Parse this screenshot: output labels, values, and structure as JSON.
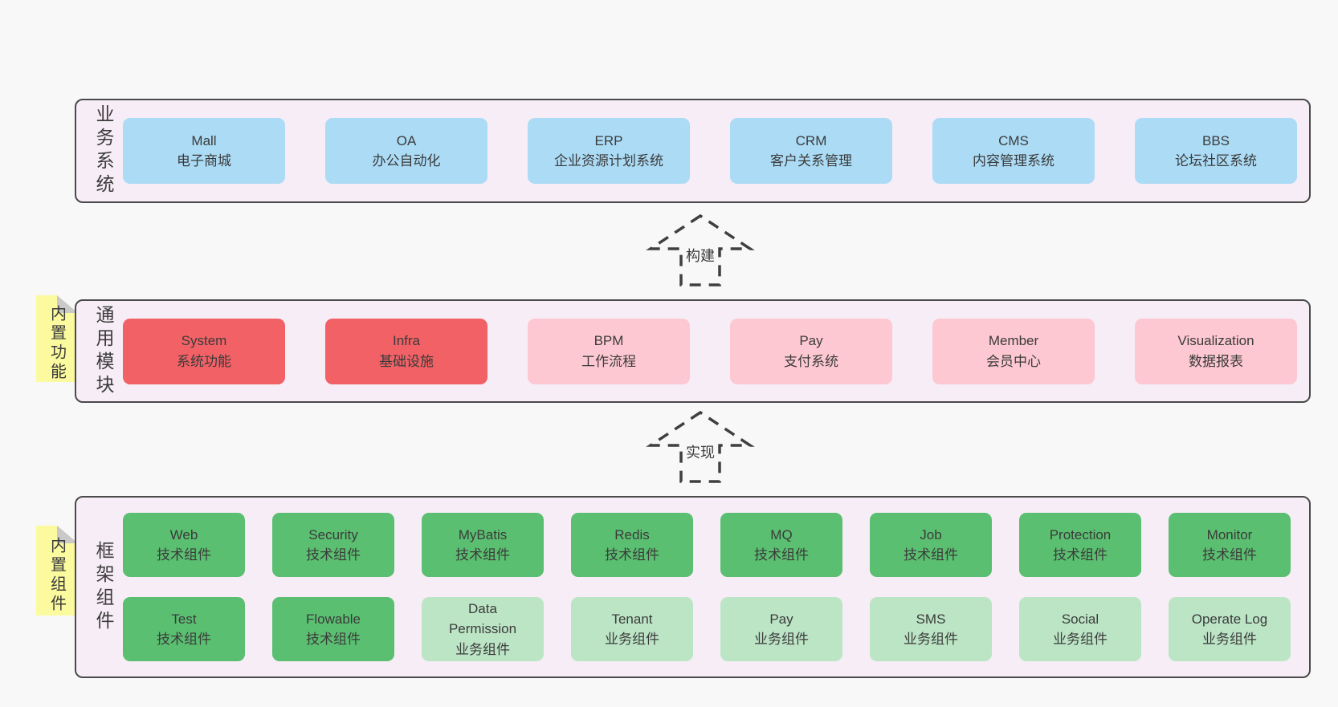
{
  "colors": {
    "blue": "#abdbf5",
    "red": "#f16165",
    "pink": "#fdc8d2",
    "green": "#5abf70",
    "lightgreen": "#bce5c6",
    "container_fill": "#f7edf6",
    "container_border": "#4a4a4b",
    "tag_yellow": "#fbfa9e",
    "tag_fold_gray": "#c9c9ca",
    "dash_stroke": "#3f3f3f",
    "text": "#3b3b3b",
    "page_background": "#f8f8f8"
  },
  "sections": [
    {
      "id": "business-systems",
      "label": "业务系统",
      "tag": null,
      "rows": [
        [
          {
            "name": "Mall",
            "desc": "电子商城",
            "variant": "blue"
          },
          {
            "name": "OA",
            "desc": "办公自动化",
            "variant": "blue"
          },
          {
            "name": "ERP",
            "desc": "企业资源计划系统",
            "variant": "blue"
          },
          {
            "name": "CRM",
            "desc": "客户关系管理",
            "variant": "blue"
          },
          {
            "name": "CMS",
            "desc": "内容管理系统",
            "variant": "blue"
          },
          {
            "name": "BBS",
            "desc": "论坛社区系统",
            "variant": "blue"
          }
        ]
      ]
    },
    {
      "id": "common-modules",
      "label": "通用模块",
      "tag": "内置功能",
      "rows": [
        [
          {
            "name": "System",
            "desc": "系统功能",
            "variant": "red"
          },
          {
            "name": "Infra",
            "desc": "基础设施",
            "variant": "red"
          },
          {
            "name": "BPM",
            "desc": "工作流程",
            "variant": "pink"
          },
          {
            "name": "Pay",
            "desc": "支付系统",
            "variant": "pink"
          },
          {
            "name": "Member",
            "desc": "会员中心",
            "variant": "pink"
          },
          {
            "name": "Visualization",
            "desc": "数据报表",
            "variant": "pink"
          }
        ]
      ]
    },
    {
      "id": "framework-components",
      "label": "框架组件",
      "tag": "内置组件",
      "rows": [
        [
          {
            "name": "Web",
            "desc": "技术组件",
            "variant": "green"
          },
          {
            "name": "Security",
            "desc": "技术组件",
            "variant": "green"
          },
          {
            "name": "MyBatis",
            "desc": "技术组件",
            "variant": "green"
          },
          {
            "name": "Redis",
            "desc": "技术组件",
            "variant": "green"
          },
          {
            "name": "MQ",
            "desc": "技术组件",
            "variant": "green"
          },
          {
            "name": "Job",
            "desc": "技术组件",
            "variant": "green"
          },
          {
            "name": "Protection",
            "desc": "技术组件",
            "variant": "green"
          },
          {
            "name": "Monitor",
            "desc": "技术组件",
            "variant": "green"
          }
        ],
        [
          {
            "name": "Test",
            "desc": "技术组件",
            "variant": "green"
          },
          {
            "name": "Flowable",
            "desc": "技术组件",
            "variant": "green"
          },
          {
            "name": "Data Permission",
            "desc": "业务组件",
            "variant": "lightgreen"
          },
          {
            "name": "Tenant",
            "desc": "业务组件",
            "variant": "lightgreen"
          },
          {
            "name": "Pay",
            "desc": "业务组件",
            "variant": "lightgreen"
          },
          {
            "name": "SMS",
            "desc": "业务组件",
            "variant": "lightgreen"
          },
          {
            "name": "Social",
            "desc": "业务组件",
            "variant": "lightgreen"
          },
          {
            "name": "Operate Log",
            "desc": "业务组件",
            "variant": "lightgreen"
          }
        ]
      ]
    }
  ],
  "arrows": [
    {
      "label": "构建"
    },
    {
      "label": "实现"
    }
  ]
}
